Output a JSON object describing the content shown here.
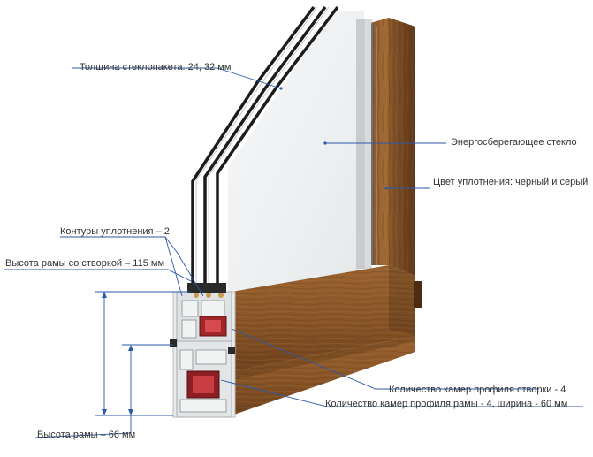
{
  "labels": {
    "glass_thickness": "Толщина стеклопакета: 24, 32 мм",
    "energy_glass": "Энергосберегающее стекло",
    "seal_color": "Цвет уплотнения: черный и серый",
    "seal_contours": "Контуры уплотнения – 2",
    "frame_sash_height": "Высота рамы со створкой – 115 мм",
    "sash_chambers": "Количество камер профиля створки - 4",
    "frame_chambers": "Количество камер профиля рамы - 4, ширина - 60 мм",
    "frame_height": "Высота рамы – 66 мм"
  },
  "colors": {
    "wood_dark": "#6b3f1c",
    "wood_mid": "#8b5a2b",
    "wood_light": "#a06a35",
    "pvc": "#e8eaea",
    "seal": "#2a2a2a",
    "leader": "#2a5aa8",
    "glass": "#eef0f1"
  }
}
